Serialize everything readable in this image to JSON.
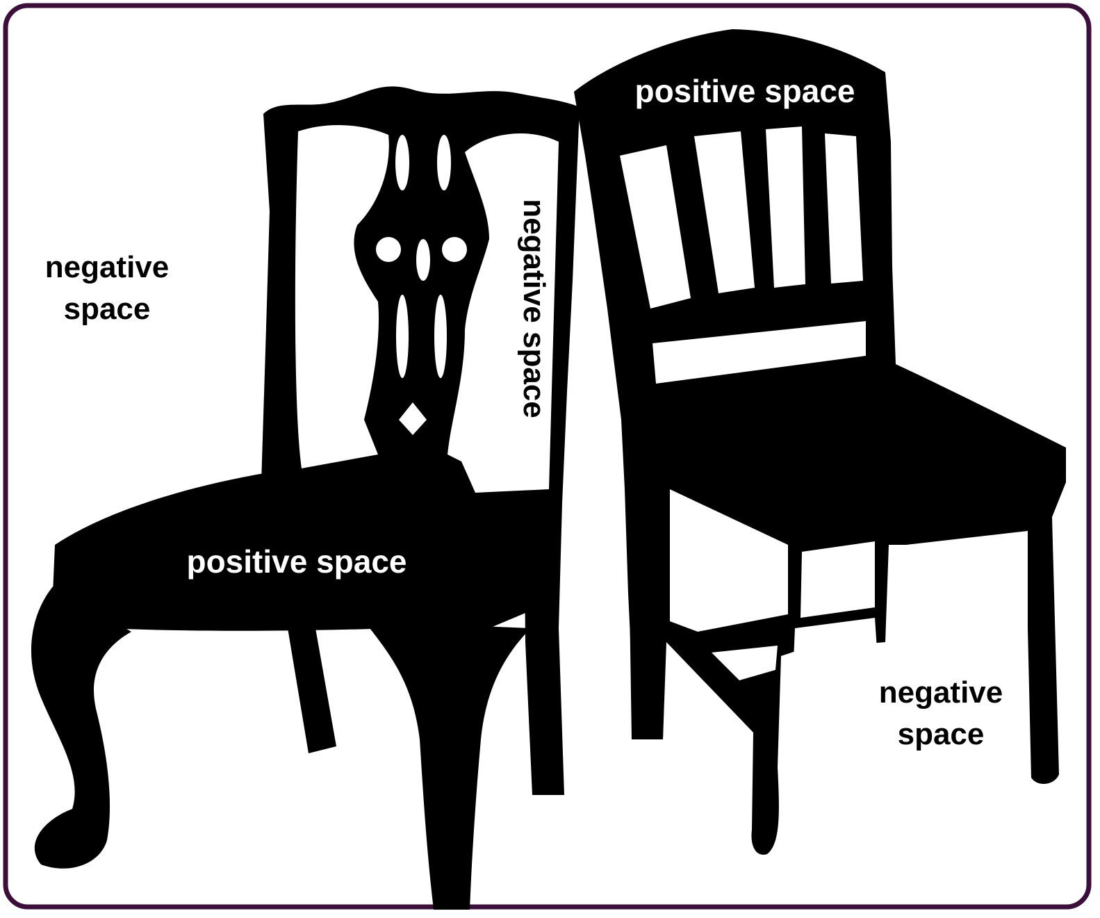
{
  "colors": {
    "frame_border": "#3a0f3a",
    "silhouette": "#000000",
    "background": "#ffffff",
    "label_on_white": "#000000",
    "label_on_black": "#ffffff"
  },
  "labels": {
    "left_negative_line1": "negative",
    "left_negative_line2": "space",
    "seat_positive": "positive space",
    "back_negative_vertical": "negative space",
    "right_top_positive": "positive space",
    "right_negative_line1": "negative",
    "right_negative_line2": "space"
  }
}
